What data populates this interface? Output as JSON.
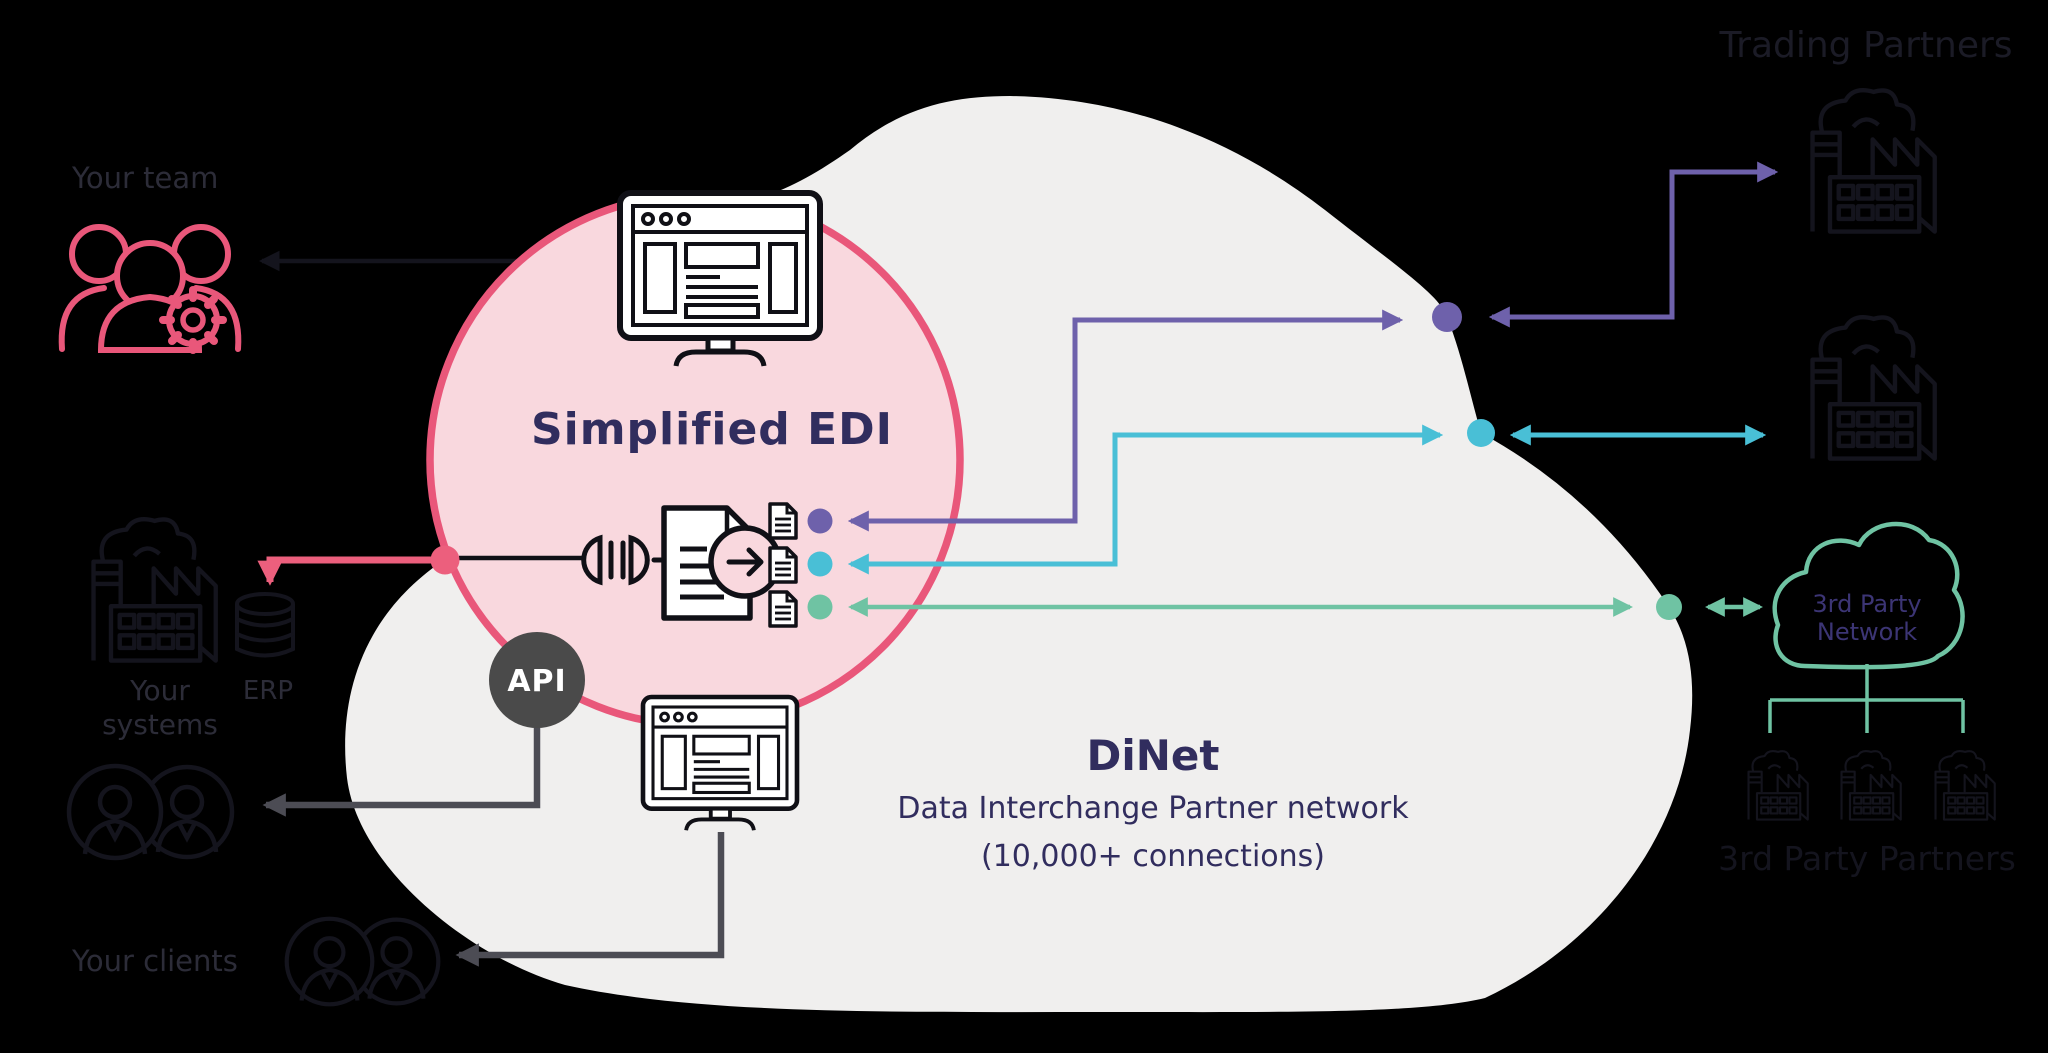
{
  "labels": {
    "your_team": "Your team",
    "your_systems": [
      "Your",
      "systems"
    ],
    "erp": "ERP",
    "your_clients": "Your clients",
    "api": "API",
    "simplified_edi": "Simplified EDI",
    "trading_partners": "Trading Partners",
    "third_party_network": [
      "3rd Party",
      "Network"
    ],
    "third_party_partners": "3rd Party Partners"
  },
  "dinet": {
    "title": "DiNet",
    "subtitle": "Data Interchange Partner network",
    "connections": "(10,000+ connections)"
  },
  "colors": {
    "bg": "#000000",
    "cloud": "#f0efee",
    "pink-fill": "#f9d8de",
    "pink": "#e9577a",
    "pink-bright": "#ec5f7d",
    "purple": "#6e61ab",
    "teal": "#49bfd6",
    "green": "#6fc3a3",
    "navy": "#312d5e",
    "api-bg": "#4a4a4a",
    "dark-line": "#4c4c54",
    "outer-text": "#2c2c38",
    "outer-text-dim": "#1b1b26",
    "outer-icon": "#14141d",
    "ink": "#101016",
    "white": "#ffffff"
  }
}
